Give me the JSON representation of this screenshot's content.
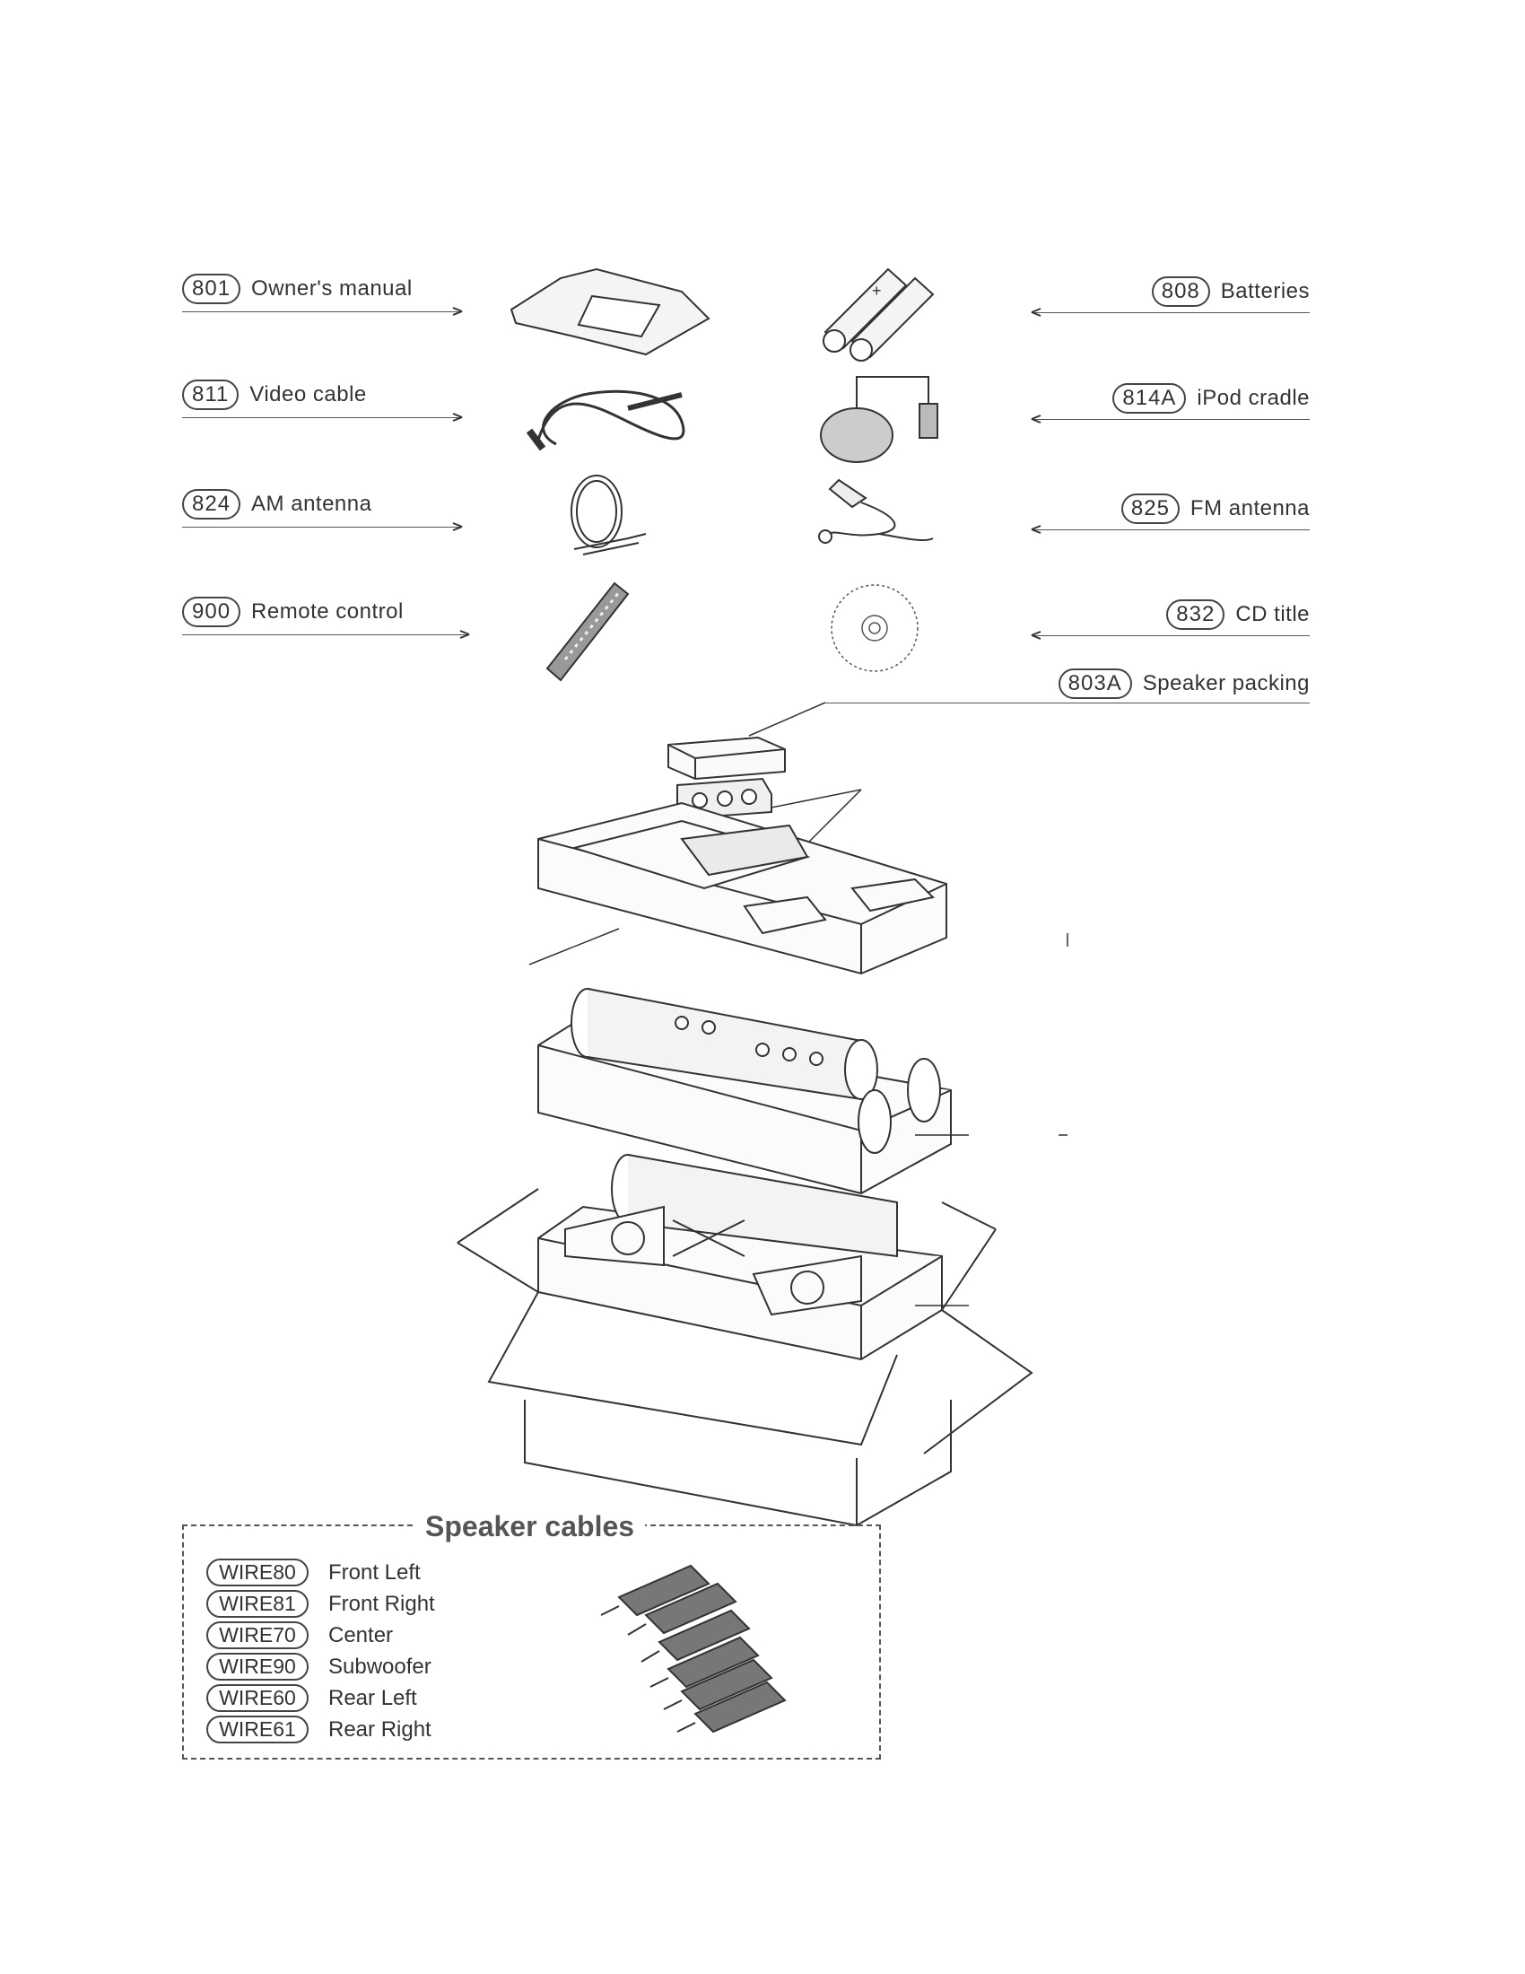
{
  "parts": [
    {
      "code": "801",
      "name": "Owner's manual"
    },
    {
      "code": "811",
      "name": "Video cable"
    },
    {
      "code": "824",
      "name": "AM antenna"
    },
    {
      "code": "900",
      "name": "Remote control"
    },
    {
      "code": "808",
      "name": "Batteries"
    },
    {
      "code": "814A",
      "name": "iPod cradle"
    },
    {
      "code": "825",
      "name": "FM antenna"
    },
    {
      "code": "832",
      "name": "CD title"
    },
    {
      "code": "803A",
      "name": "Speaker packing"
    }
  ],
  "speaker_cables": {
    "title": "Speaker cables",
    "items": [
      {
        "code": "WIRE80",
        "name": "Front Left"
      },
      {
        "code": "WIRE81",
        "name": "Front Right"
      },
      {
        "code": "WIRE70",
        "name": "Center"
      },
      {
        "code": "WIRE90",
        "name": "Subwoofer"
      },
      {
        "code": "WIRE60",
        "name": "Rear Left"
      },
      {
        "code": "WIRE61",
        "name": "Rear Right"
      }
    ]
  }
}
